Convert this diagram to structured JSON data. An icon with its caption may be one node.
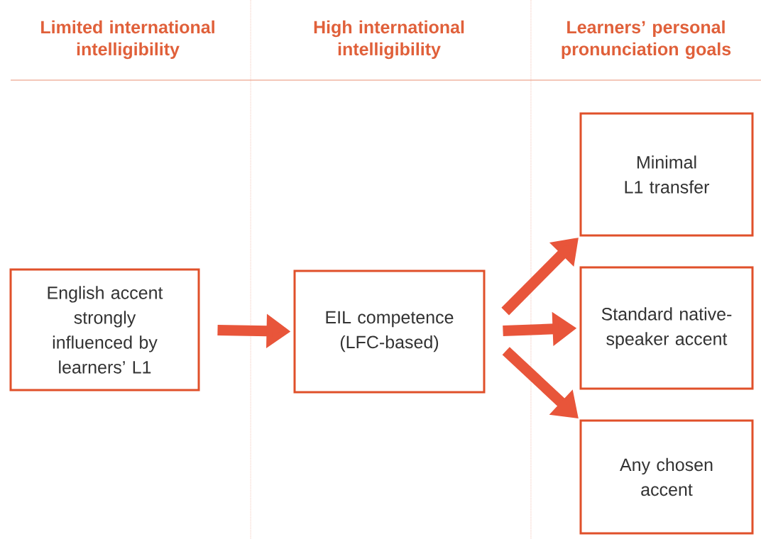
{
  "diagram": {
    "nodes": [
      {
        "text": [
          "English accent strongly influenced by learners’ L1"
        ]
      },
      {
        "text": [
          "EIL competence (LFC-based)"
        ]
      },
      {
        "text": [
          "Minimal L1 transfer"
        ]
      },
      {
        "text": [
          "Standard native-speaker accent"
        ]
      },
      {
        "text": [
          "Any chosen accent"
        ]
      }
    ],
    "edges": [
      {
        "from": 0,
        "to": 1,
        "arrow": "to"
      },
      {
        "from": 1,
        "to": 2,
        "arrow": "to"
      },
      {
        "from": 1,
        "to": 3,
        "arrow": "to"
      },
      {
        "from": 1,
        "to": 4,
        "arrow": "to"
      }
    ],
    "labels": [
      "Limited international intelligibility",
      "High international intelligibility",
      "Learners’ personal pronunciation goals"
    ]
  }
}
